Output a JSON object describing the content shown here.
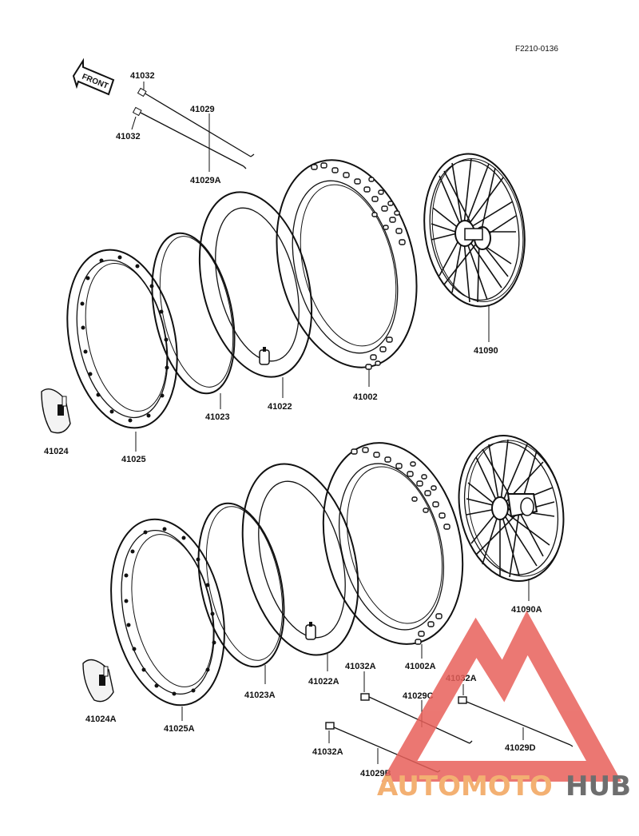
{
  "diagram": {
    "code": "F2210-0136",
    "front_label": "FRONT",
    "labels": {
      "p41032_top": "41032",
      "p41029": "41029",
      "p41032_mid": "41032",
      "p41029a": "41029A",
      "p41090": "41090",
      "p41002": "41002",
      "p41022": "41022",
      "p41023": "41023",
      "p41024": "41024",
      "p41025": "41025",
      "p41090a": "41090A",
      "p41002a": "41002A",
      "p41022a": "41022A",
      "p41023a": "41023A",
      "p41024a": "41024A",
      "p41025a": "41025A",
      "p41032a_1": "41032A",
      "p41029c": "41029C",
      "p41032a_2": "41032A",
      "p41029d": "41029D",
      "p41032a_3": "41032A",
      "p41029b": "41029B"
    }
  },
  "watermark": {
    "part1": "AUTOMOTO",
    "part2": "HUB",
    "color_primary": "#e8605a",
    "color_secondary": "#f2a35a",
    "color_dark": "#555555"
  }
}
